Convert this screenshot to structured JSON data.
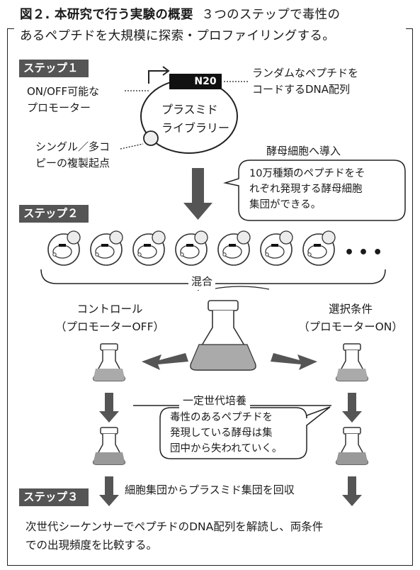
{
  "figure": {
    "title_bold": "図２. 本研究で行う実験の概要",
    "title_rest_line1": "３つのステップで毒性の",
    "title_line2": "あるペプチドを大規模に探索・プロファイリングする。"
  },
  "step1": {
    "label": "ステップ１",
    "n20_label": "N20",
    "promoter_label": [
      "ON/OFF可能な",
      "プロモーター"
    ],
    "random_peptide_label": [
      "ランダムなペプチドを",
      "コードするDNA配列"
    ],
    "plasmid_label": [
      "プラスミド",
      "ライブラリー"
    ],
    "origin_label": [
      "シングル／多コ",
      "ピーの複製起点"
    ],
    "yeast_intro_label": "酵母細胞へ導入",
    "callout": [
      "10万種類のペプチドをそ",
      "れぞれ発現する酵母細胞",
      "集団ができる。"
    ]
  },
  "step2": {
    "label": "ステップ２",
    "ellipsis": "•••",
    "mix_label": "混合",
    "control_label": [
      "コントロール",
      "（プロモーターOFF）"
    ],
    "selection_label": [
      "選択条件",
      "（プロモーターON）"
    ],
    "culture_label": "一定世代培養",
    "callout": [
      "毒性のあるペプチドを",
      "発現している酵母は集",
      "団中から失われていく。"
    ]
  },
  "step3": {
    "label": "ステップ３",
    "recover_label": "細胞集団からプラスミド集団を回収",
    "summary": [
      "次世代シーケンサーでペプチドのDNA配列を解読し、両条件",
      "での出現頻度を比較する。"
    ]
  },
  "colors": {
    "step_bg": "#555555",
    "arrow": "#555555",
    "liquid": "#aaaaaa",
    "liquid_dark": "#8f8f8f"
  }
}
